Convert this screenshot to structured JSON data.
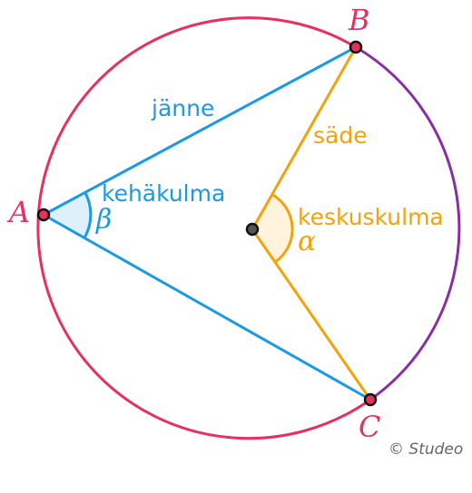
{
  "labels": {
    "chord": "jänne",
    "radius": "säde",
    "inscribed_angle": "kehäkulma",
    "central_angle": "keskuskulma",
    "alpha": "α",
    "beta": "β",
    "point_a": "A",
    "point_b": "B",
    "point_c": "C"
  },
  "copyright": "© Studeo",
  "colors": {
    "circle_major_arc": "#e8305f",
    "circle_minor_arc": "#8a2ea3",
    "chord": "#1a9ae6",
    "radius": "#f5a10a",
    "point_fill": "#e8305f",
    "center_fill": "#555555",
    "inscribed_angle_fill": "#ddf0fb",
    "central_angle_fill": "#fff3dc",
    "copyright": "#666666"
  }
}
